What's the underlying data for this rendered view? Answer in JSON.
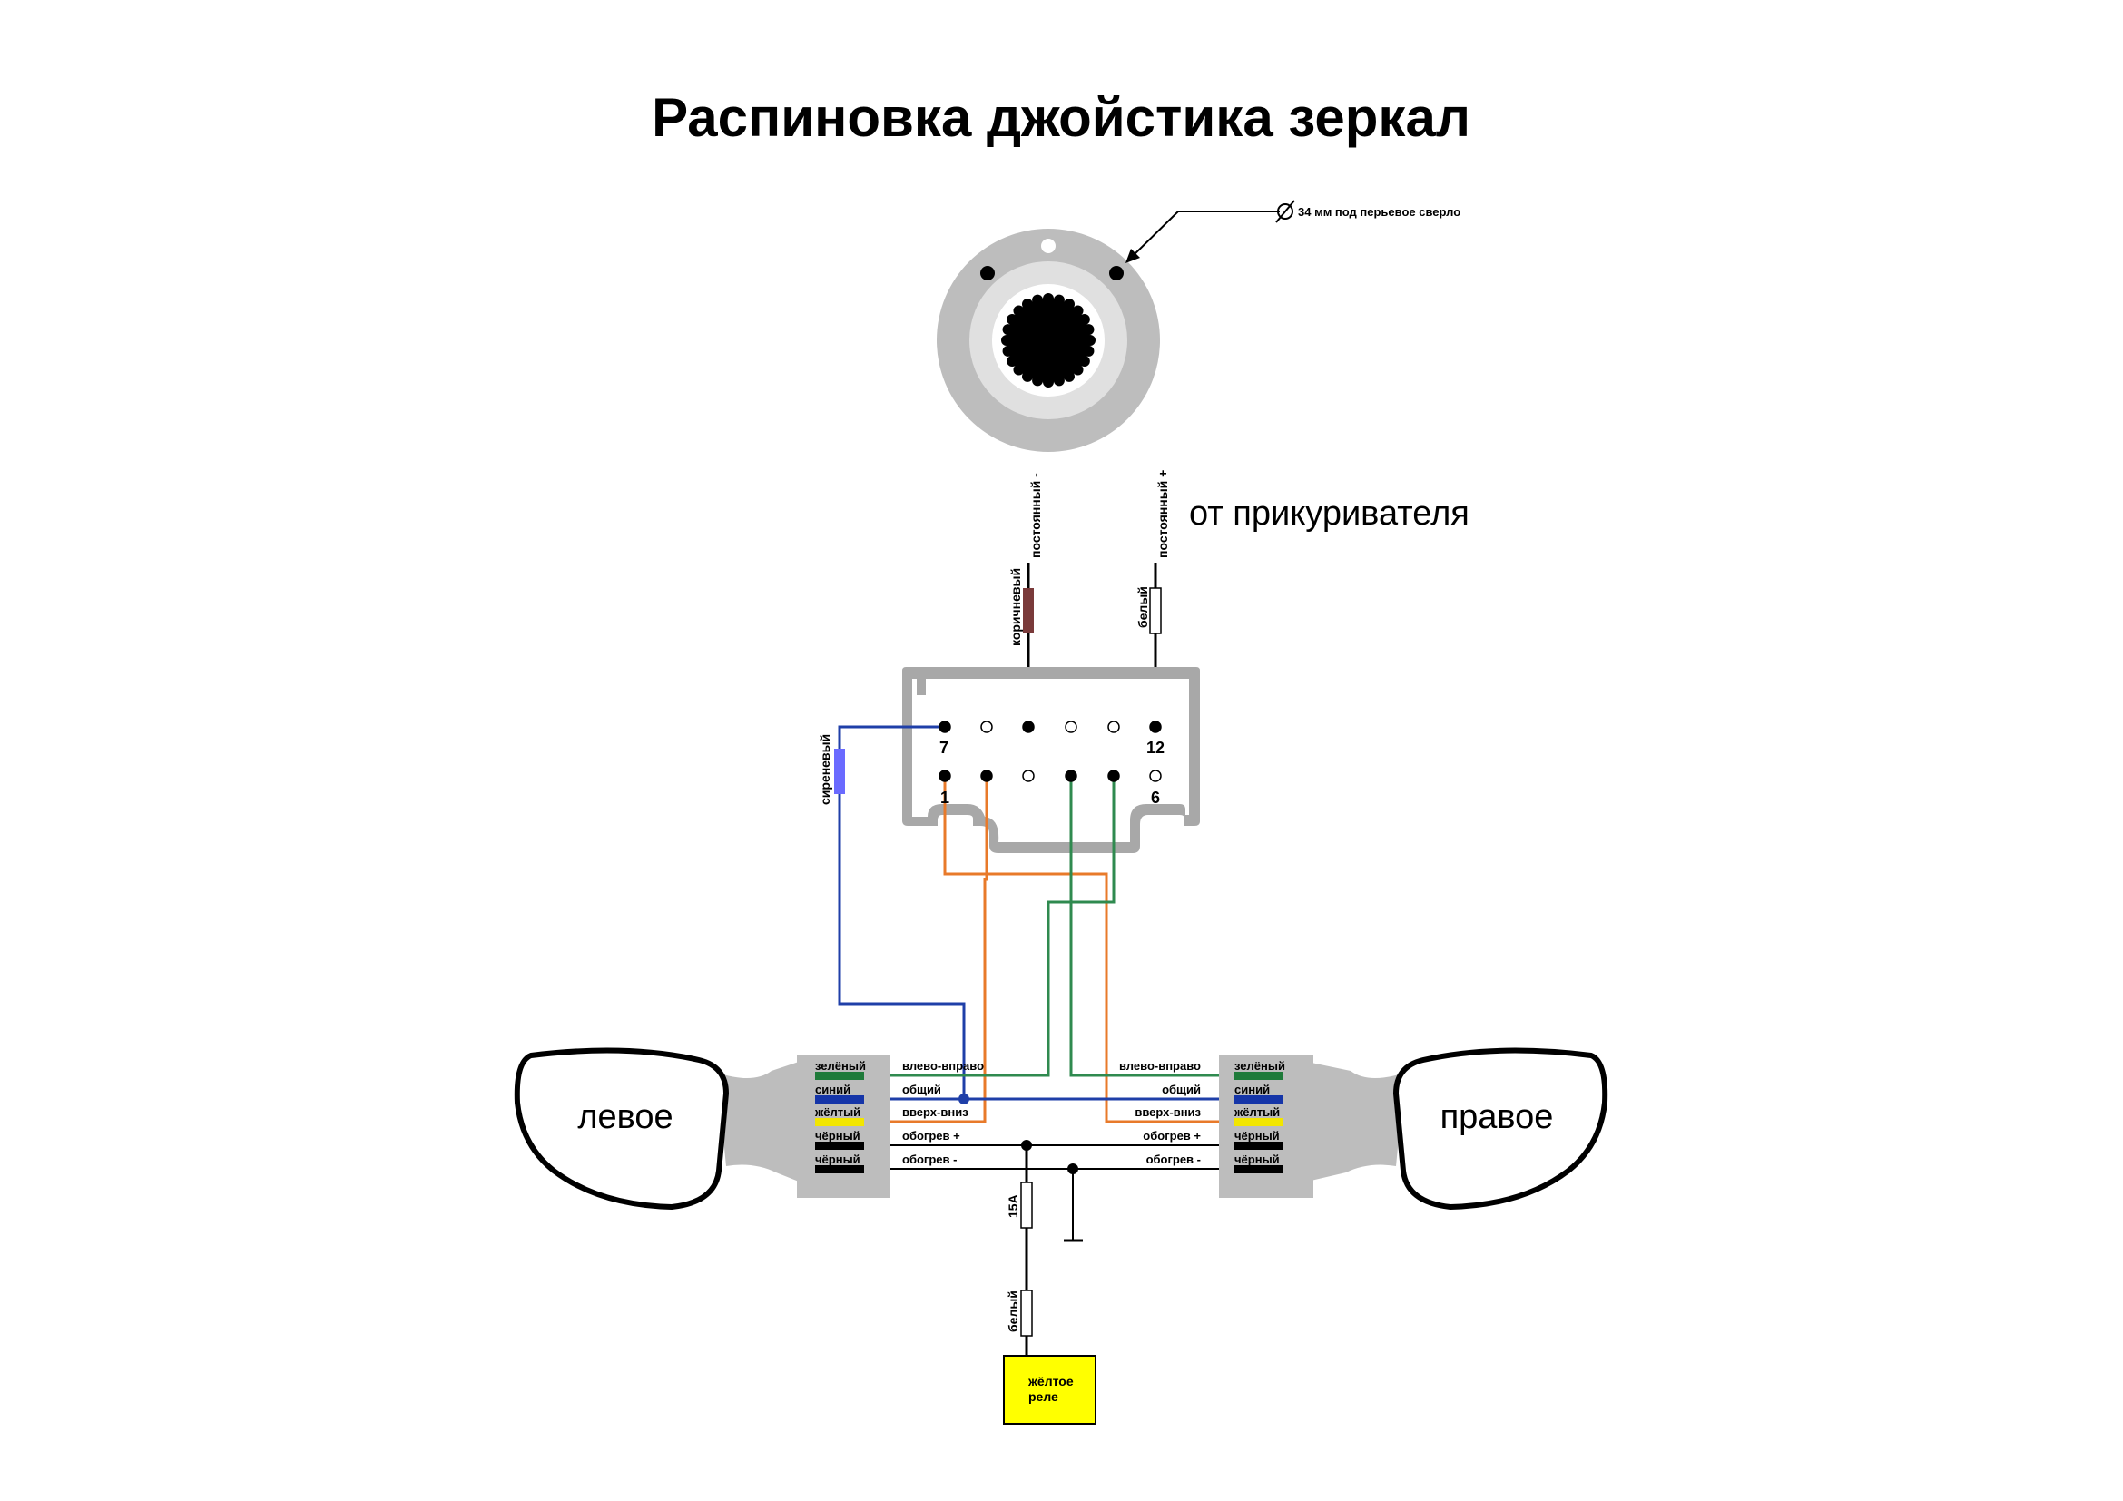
{
  "title": "Распиновка джойстика зеркал",
  "drill_note": "34 мм под перьевое сверло",
  "from_lighter": "от прикуривателя",
  "top_wires": {
    "minus_label": "постоянный -",
    "minus_color_name": "коричневый",
    "plus_label": "постоянный +",
    "plus_color_name": "белый"
  },
  "side_wire_color_name": "сиреневый",
  "pins": {
    "p7": "7",
    "p12": "12",
    "p1": "1",
    "p6": "6"
  },
  "left_mirror": "левое",
  "right_mirror": "правое",
  "left_harness": [
    {
      "color_name": "зелёный",
      "function": "влево-вправо",
      "color": "#1f7a3a"
    },
    {
      "color_name": "синий",
      "function": "общий",
      "color": "#1535a8"
    },
    {
      "color_name": "жёлтый",
      "function": "вверх-вниз",
      "color": "#f2e600"
    },
    {
      "color_name": "чёрный",
      "function": "обогрев +",
      "color": "#000000"
    },
    {
      "color_name": "чёрный",
      "function": "обогрев -",
      "color": "#000000"
    }
  ],
  "right_harness": [
    {
      "color_name": "зелёный",
      "function": "влево-вправо",
      "color": "#1f7a3a"
    },
    {
      "color_name": "синий",
      "function": "общий",
      "color": "#1535a8"
    },
    {
      "color_name": "жёлтый",
      "function": "вверх-вниз",
      "color": "#f2e600"
    },
    {
      "color_name": "чёрный",
      "function": "обогрев +",
      "color": "#000000"
    },
    {
      "color_name": "чёрный",
      "function": "обогрев -",
      "color": "#000000"
    }
  ],
  "fuse_label": "15A",
  "relay_wire_color_name": "белый",
  "relay_label": "жёлтое реле",
  "colors": {
    "brown": "#7a3a3a",
    "lilac": "#6a6aff",
    "orange": "#e87a2a",
    "green": "#2f8a4f",
    "blue": "#1f3fa8",
    "connector_gray": "#bdbdbd",
    "relay_yellow": "#ffff00"
  }
}
